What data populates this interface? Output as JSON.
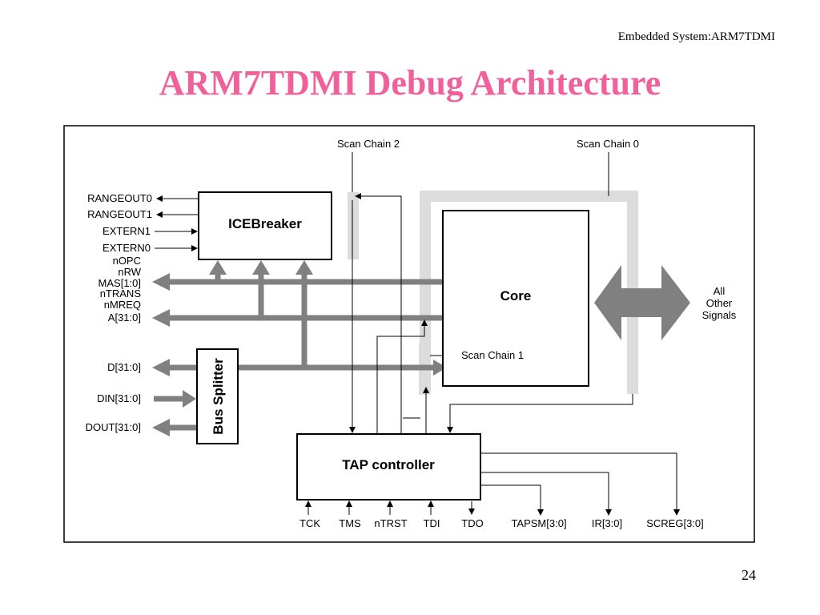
{
  "header": {
    "course": "Embedded System:ARM7TDMI"
  },
  "title": "ARM7TDMI Debug Architecture",
  "page_number": "24",
  "diagram": {
    "blocks": {
      "icebreaker": "ICEBreaker",
      "core": "Core",
      "bus_splitter": "Bus Splitter",
      "tap_controller": "TAP controller"
    },
    "scan_chains": {
      "chain0": "Scan Chain 0",
      "chain1": "Scan Chain 1",
      "chain2": "Scan Chain 2"
    },
    "signals": {
      "rangeout0": "RANGEOUT0",
      "rangeout1": "RANGEOUT1",
      "extern1": "EXTERN1",
      "extern0": "EXTERN0",
      "nopc": "nOPC",
      "nrw": "nRW",
      "mas": "MAS[1:0]",
      "ntrans": "nTRANS",
      "nmreq": "nMREQ",
      "a": "A[31:0]",
      "d": "D[31:0]",
      "din": "DIN[31:0]",
      "dout": "DOUT[31:0]",
      "all_other_1": "All",
      "all_other_2": "Other",
      "all_other_3": "Signals"
    },
    "jtag": {
      "tck": "TCK",
      "tms": "TMS",
      "ntrst": "nTRST",
      "tdi": "TDI",
      "tdo": "TDO",
      "tapsm": "TAPSM[3:0]",
      "ir": "IR[3:0]",
      "screg": "SCREG[3:0]"
    },
    "colors": {
      "bus": "#808080",
      "scan_chain": "#dcdcdc",
      "outline": "#000000",
      "title": "#f0609a"
    }
  }
}
